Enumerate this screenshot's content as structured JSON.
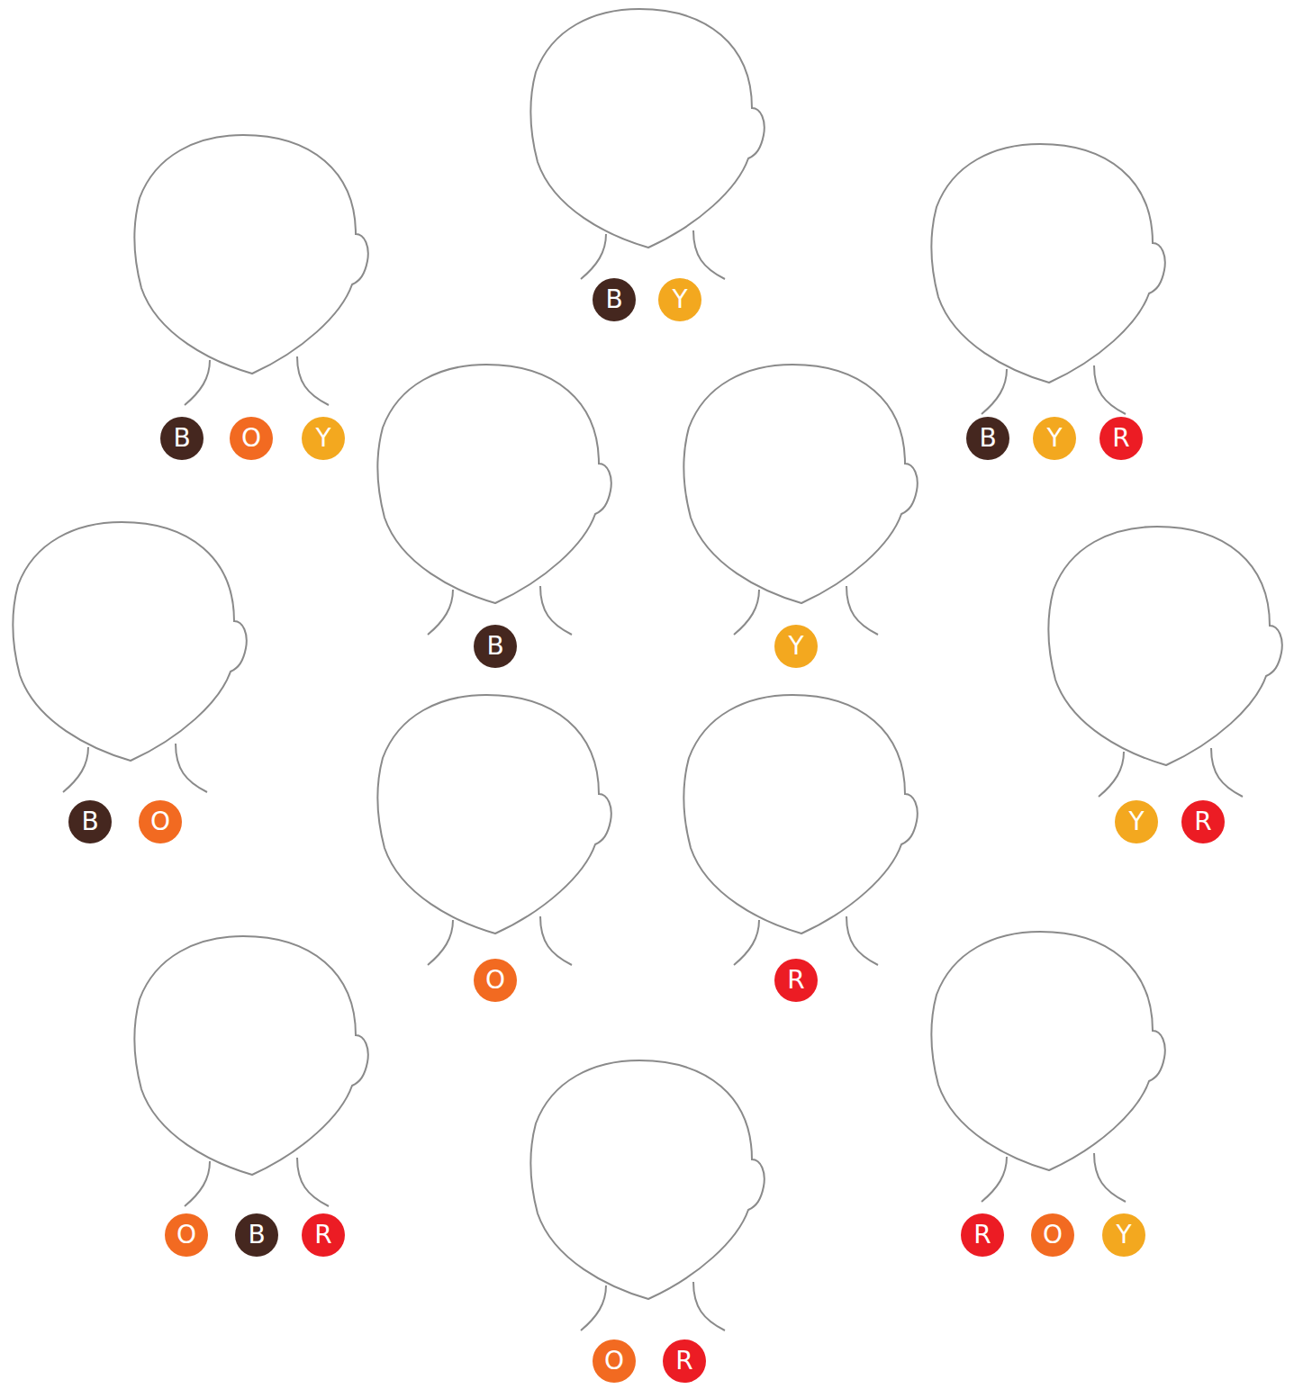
{
  "diagram": {
    "nodes": [
      {
        "text": [
          "B"
        ]
      },
      {
        "text": [
          "Y"
        ]
      },
      {
        "text": [
          "B"
        ]
      },
      {
        "text": [
          "O"
        ]
      },
      {
        "text": [
          "Y"
        ]
      },
      {
        "text": [
          "B"
        ]
      },
      {
        "text": [
          "Y"
        ]
      },
      {
        "text": [
          "R"
        ]
      },
      {
        "text": [
          "B"
        ]
      },
      {
        "text": [
          "Y"
        ]
      },
      {
        "text": [
          "B"
        ]
      },
      {
        "text": [
          "O"
        ]
      },
      {
        "text": [
          "Y"
        ]
      },
      {
        "text": [
          "R"
        ]
      },
      {
        "text": [
          "O"
        ]
      },
      {
        "text": [
          "R"
        ]
      },
      {
        "text": [
          "O"
        ]
      },
      {
        "text": [
          "B"
        ]
      },
      {
        "text": [
          "R"
        ]
      },
      {
        "text": [
          "R"
        ]
      },
      {
        "text": [
          "O"
        ]
      },
      {
        "text": [
          "Y"
        ]
      },
      {
        "text": [
          "O"
        ]
      },
      {
        "text": [
          "R"
        ]
      }
    ]
  }
}
